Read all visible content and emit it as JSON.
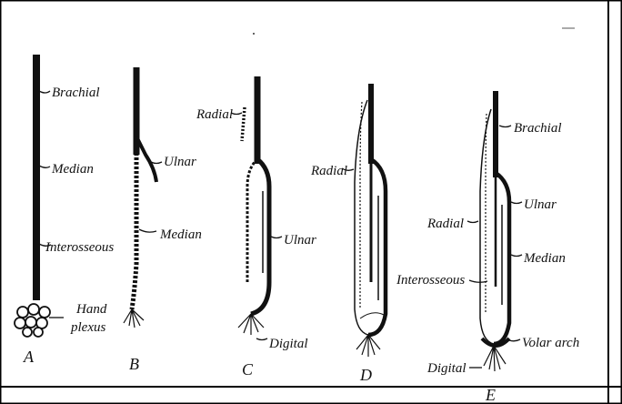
{
  "figure": {
    "panels": [
      {
        "id": "A",
        "letter": "A",
        "labels": [
          "Brachial",
          "Median",
          "Interosseous",
          "Hand",
          "plexus"
        ]
      },
      {
        "id": "B",
        "letter": "B",
        "labels": [
          "Ulnar",
          "Median"
        ]
      },
      {
        "id": "C",
        "letter": "C",
        "labels": [
          "Radial",
          "Ulnar",
          "Digital"
        ]
      },
      {
        "id": "D",
        "letter": "D",
        "labels": [
          "Radial"
        ]
      },
      {
        "id": "E",
        "letter": "E",
        "labels": [
          "Brachial",
          "Ulnar",
          "Radial",
          "Median",
          "Interosseous",
          "Volar arch",
          "Digital"
        ]
      }
    ]
  },
  "colors": {
    "ink": "#111111",
    "frame": "#000000",
    "paper": "#ffffff"
  }
}
